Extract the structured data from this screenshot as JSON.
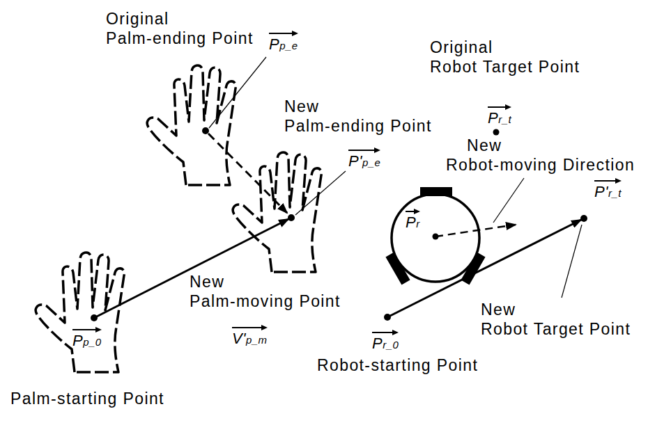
{
  "diagram": {
    "labels": [
      "Original",
      "Palm-ending Point",
      "Pp_e",
      "New",
      "Palm-ending Point",
      "Original",
      "Robot Target Point",
      "Pr_t",
      "New",
      "Robot-moving Direction",
      "P'p_e",
      "Pr",
      "P'r_t",
      "New",
      "Palm-moving Point",
      "Pp_0",
      "V'p_m",
      "Pr_0",
      "New",
      "Robot Target Point",
      "Robot-starting Point",
      "Palm-starting Point"
    ]
  }
}
